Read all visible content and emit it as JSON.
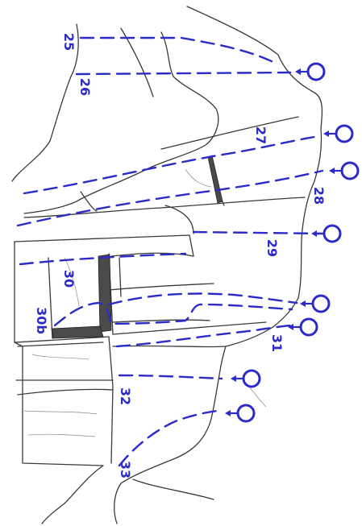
{
  "colors": {
    "route": "#2b2bc8",
    "rock": "#3a3a3a",
    "shading": "#4a4a4a"
  },
  "routes": [
    {
      "id": "25",
      "label": "25"
    },
    {
      "id": "26",
      "label": "26"
    },
    {
      "id": "27",
      "label": "27"
    },
    {
      "id": "28",
      "label": "28"
    },
    {
      "id": "29",
      "label": "29"
    },
    {
      "id": "30",
      "label": "30"
    },
    {
      "id": "30b",
      "label": "30b"
    },
    {
      "id": "31",
      "label": "31"
    },
    {
      "id": "32",
      "label": "32"
    },
    {
      "id": "33",
      "label": "33"
    }
  ],
  "anchors": [
    {
      "id": "26-anchor",
      "icon": "lower-off-ring-icon"
    },
    {
      "id": "27-anchor",
      "icon": "lower-off-ring-icon"
    },
    {
      "id": "28-anchor",
      "icon": "lower-off-ring-icon"
    },
    {
      "id": "29-anchor",
      "icon": "lower-off-ring-icon"
    },
    {
      "id": "30-anchor",
      "icon": "lower-off-ring-icon"
    },
    {
      "id": "31-anchor",
      "icon": "lower-off-ring-icon"
    },
    {
      "id": "32-anchor",
      "icon": "lower-off-ring-icon"
    },
    {
      "id": "33-anchor",
      "icon": "lower-off-ring-icon"
    }
  ]
}
